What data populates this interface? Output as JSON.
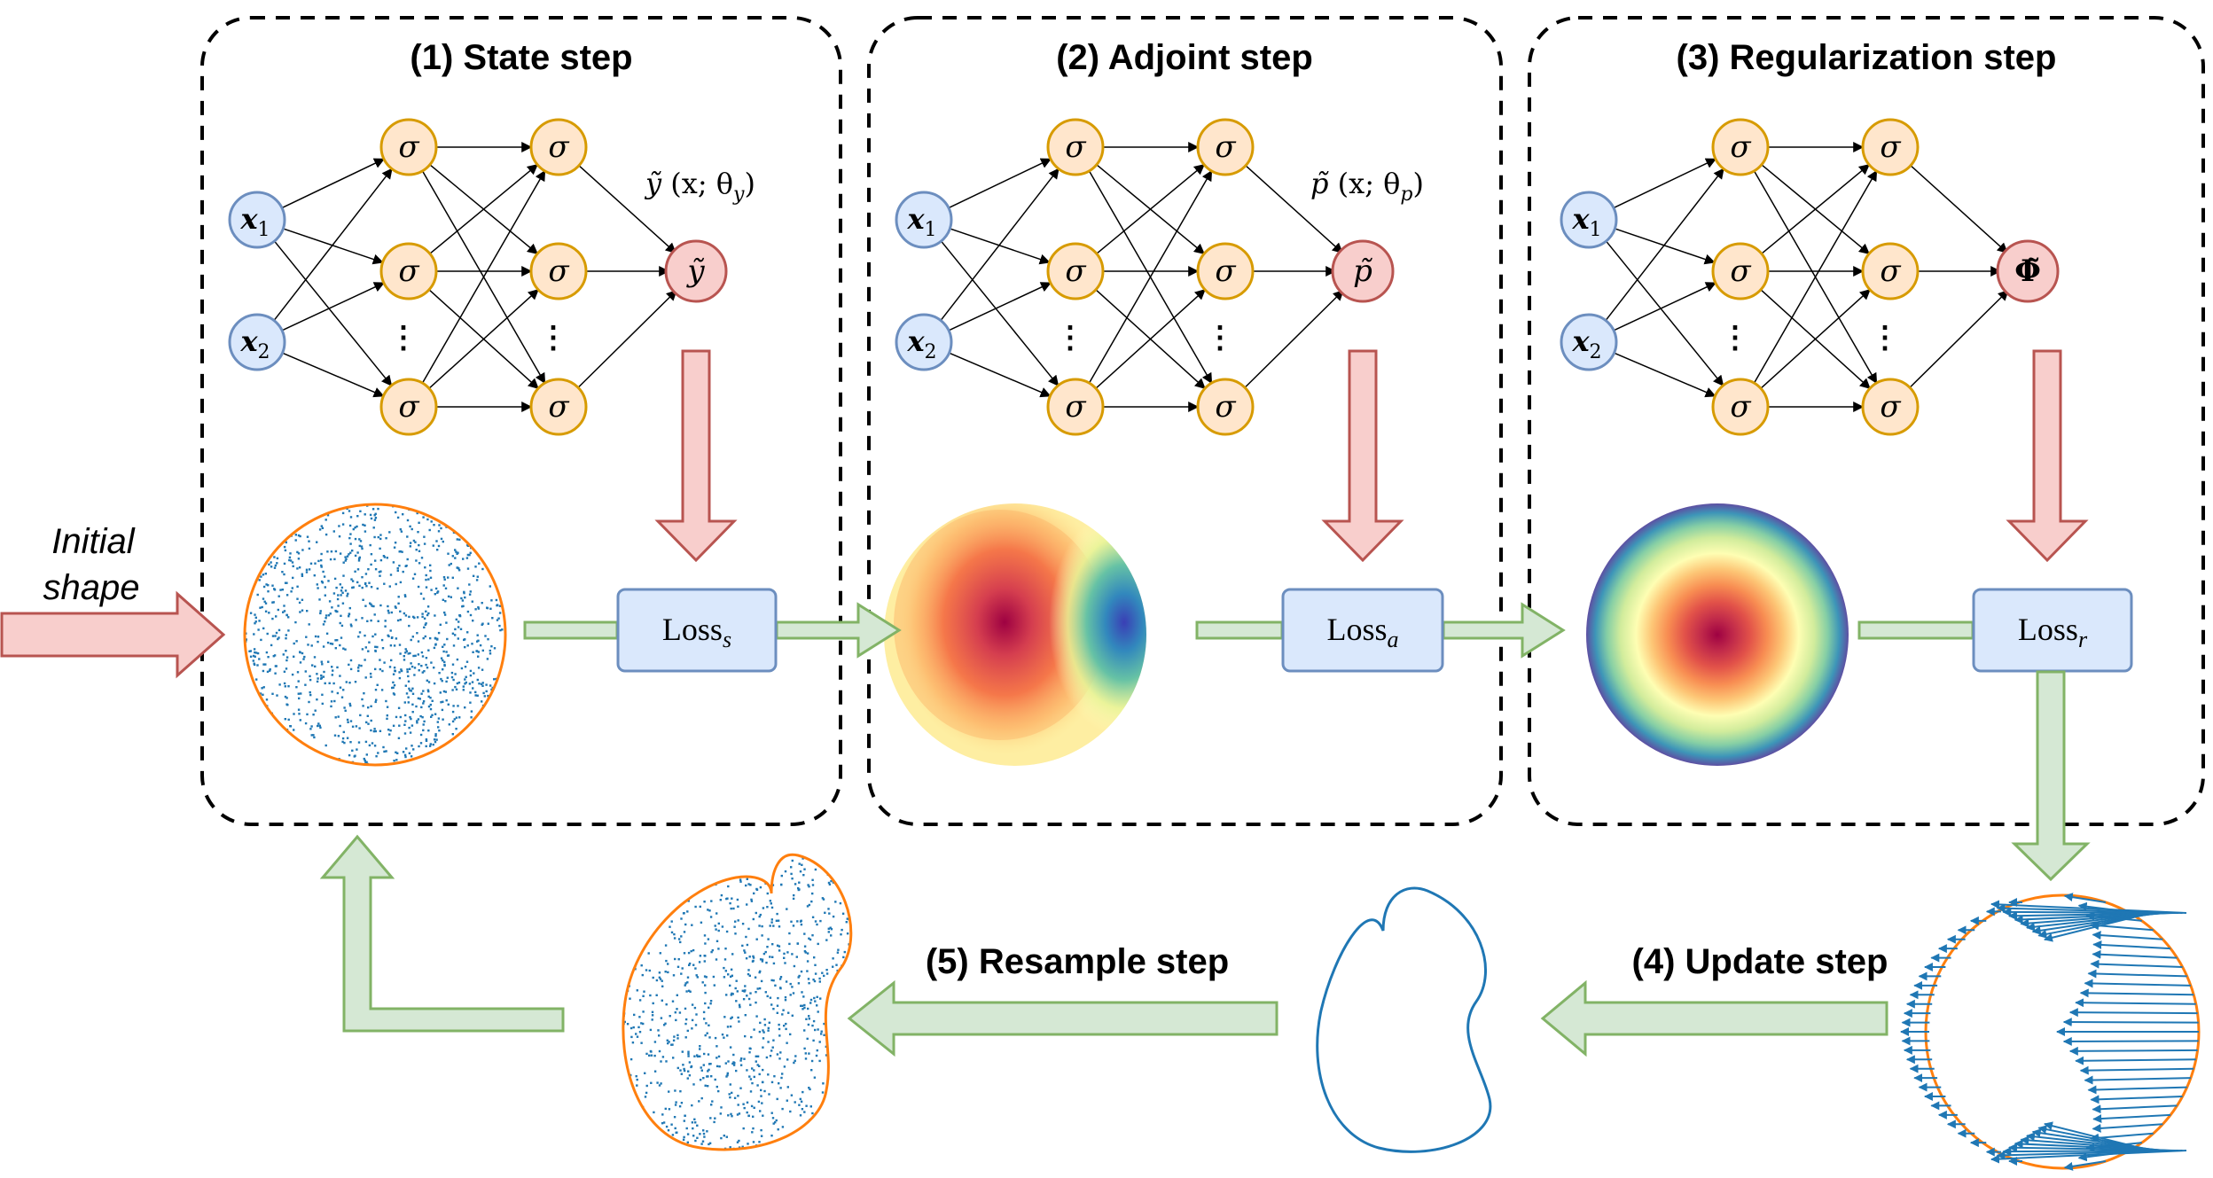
{
  "initial_label": {
    "line1": "Initial",
    "line2": "shape"
  },
  "steps": {
    "state": {
      "title": "(1) State step"
    },
    "adjoint": {
      "title": "(2) Adjoint step"
    },
    "regularization": {
      "title": "(3) Regularization step"
    },
    "update": {
      "title": "(4) Update step"
    },
    "resample": {
      "title": "(5) Resample step"
    }
  },
  "networks": [
    {
      "input1_sym": "x",
      "input1_sub": "1",
      "input2_sym": "x",
      "input2_sub": "2",
      "hidden_symbol": "σ",
      "dots": "⋮",
      "output_symbol": "ỹ",
      "output_bold": false,
      "label_fn": "ỹ",
      "label_args": "(x; θ",
      "label_sub": "y",
      "label_close": ")"
    },
    {
      "input1_sym": "x",
      "input1_sub": "1",
      "input2_sym": "x",
      "input2_sub": "2",
      "hidden_symbol": "σ",
      "dots": "⋮",
      "output_symbol": "p̃",
      "output_bold": false,
      "label_fn": "p̃",
      "label_args": "(x; θ",
      "label_sub": "p",
      "label_close": ")"
    },
    {
      "input1_sym": "x",
      "input1_sub": "1",
      "input2_sym": "x",
      "input2_sub": "2",
      "hidden_symbol": "σ",
      "dots": "⋮",
      "output_symbol": "Φ̃",
      "output_bold": true
    }
  ],
  "losses": [
    {
      "main": "Loss",
      "sub": "s"
    },
    {
      "main": "Loss",
      "sub": "a"
    },
    {
      "main": "Loss",
      "sub": "r"
    }
  ],
  "colors": {
    "input_fill": "#dae8fc",
    "input_stroke": "#6c8ebf",
    "hidden_fill": "#ffe6cc",
    "hidden_stroke": "#d79b00",
    "output_fill": "#f8cecc",
    "output_stroke": "#b85450",
    "loss_fill": "#dae8fc",
    "loss_stroke": "#6c8ebf",
    "green_fill": "#d5e8d4",
    "green_stroke": "#82b366",
    "red_fill": "#f8cecc",
    "red_stroke": "#b85450",
    "domain_outline": "#ff7f0e",
    "points": "#1f77b4"
  }
}
